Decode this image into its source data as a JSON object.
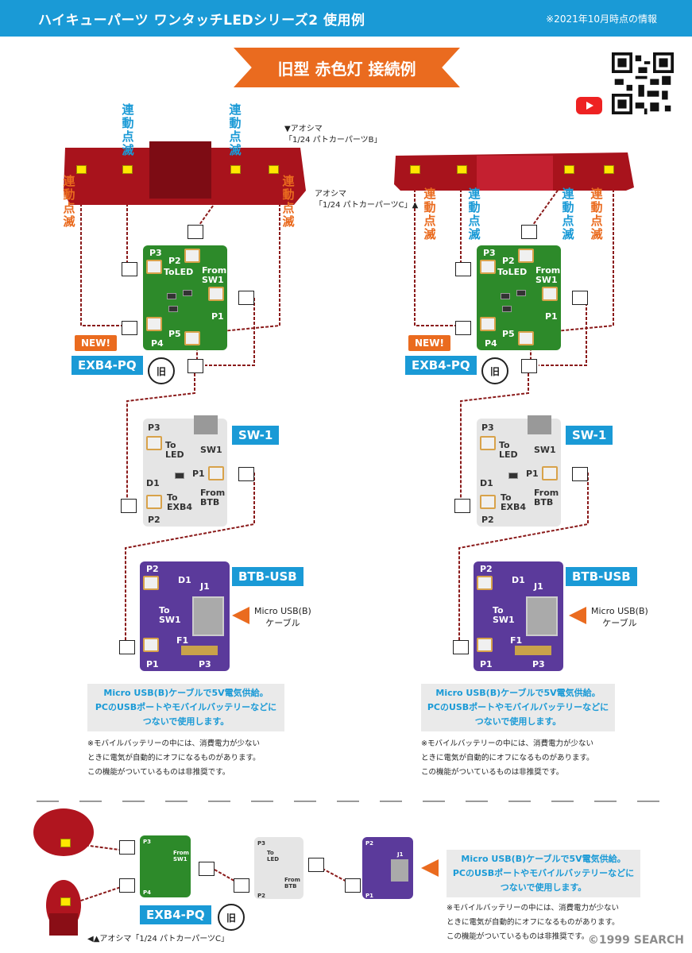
{
  "header": {
    "title": "ハイキューパーツ ワンタッチLEDシリーズ2 使用例",
    "date": "※2021年10月時点の情報"
  },
  "banner": "旧型 赤色灯 接続例",
  "blink": "連動点滅",
  "notes": {
    "aoshima_b": "▼アオシマ\n「1/24 パトカーパーツB」",
    "aoshima_c": "アオシマ\n「1/24 パトカーパーツC」▲",
    "aoshima_c_bottom": "◀▲アオシマ「1/24 パトカーパーツC」"
  },
  "boards": {
    "exb4": {
      "label": "EXB4-PQ",
      "new": "NEW!",
      "kyu": "旧",
      "p3": "P3",
      "p2": "P2",
      "toled": "ToLED",
      "from": "From\nSW1",
      "p1": "P1",
      "p4": "P4",
      "p5": "P5"
    },
    "sw1": {
      "label": "SW-1",
      "p3": "P3",
      "to": "To\nLED",
      "sw1": "SW1",
      "d1": "D1",
      "p1": "P1",
      "toexb": "To\nEXB4",
      "from": "From\nBTB",
      "p2": "P2"
    },
    "btb": {
      "label": "BTB-USB",
      "p2": "P2",
      "d1": "D1",
      "j1": "J1",
      "tosw": "To\nSW1",
      "f1": "F1",
      "p1": "P1",
      "p3": "P3"
    }
  },
  "micro_usb": "Micro USB(B)\nケーブル",
  "info_box": "Micro USB(B)ケーブルで5V電気供給。\nPCのUSBポートやモバイルバッテリーなどに\nつないで使用します。",
  "warning": "※モバイルバッテリーの中には、消費電力が少ない\nときに電気が自動的にオフになるものがあります。\nこの機能がついているものは非推奨です。",
  "watermark": "©1999 SEARCH",
  "colors": {
    "blue": "#1a9ad6",
    "orange": "#ea6b1f"
  }
}
